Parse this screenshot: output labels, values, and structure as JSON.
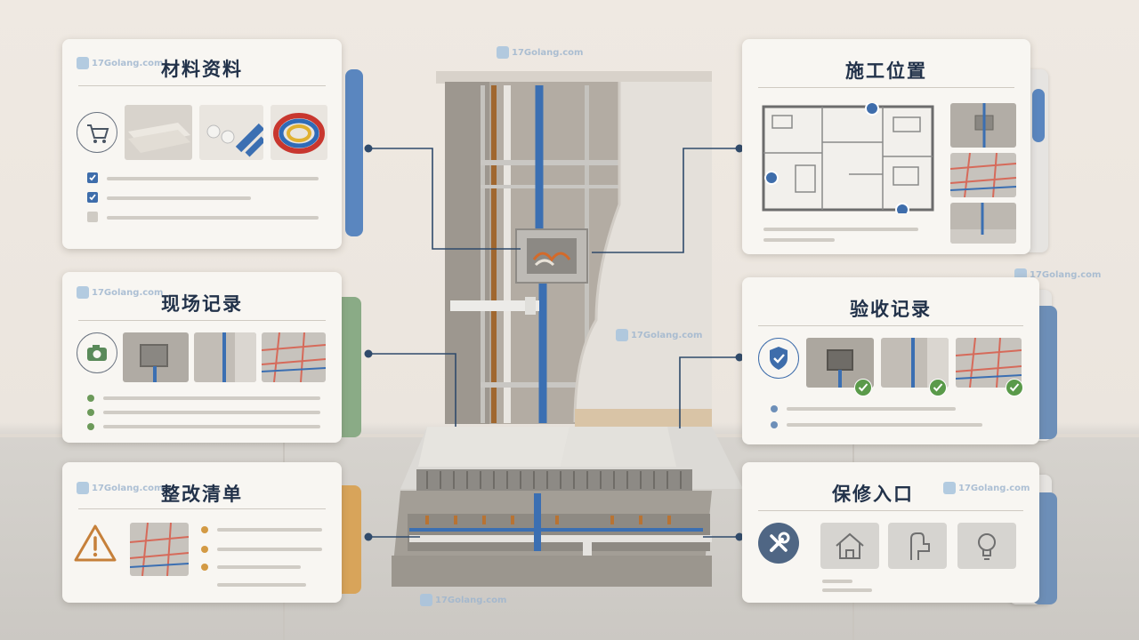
{
  "watermark": "17Golang.com",
  "cards": {
    "materials": {
      "title": "材料资料",
      "icon": "cart-icon"
    },
    "location": {
      "title": "施工位置",
      "icon": "floorplan-icon"
    },
    "site_record": {
      "title": "现场记录",
      "icon": "camera-icon"
    },
    "acceptance": {
      "title": "验收记录",
      "icon": "shield-check-icon"
    },
    "rectification": {
      "title": "整改清单",
      "icon": "warning-icon"
    },
    "warranty": {
      "title": "保修入口",
      "icon": "wrench-icon",
      "tiles": [
        "house-icon",
        "pipe-icon",
        "lightbulb-icon"
      ]
    }
  },
  "colors": {
    "blue_accent": "#3e6dab",
    "green_accent": "#8aab86",
    "orange_accent": "#d8a45a",
    "check_green": "#5a9a4a",
    "title_text": "#22324a"
  }
}
